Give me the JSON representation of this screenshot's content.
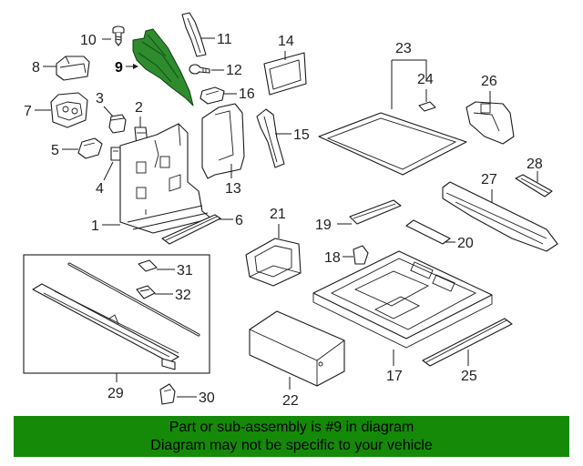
{
  "diagram": {
    "labels": {
      "p1": "1",
      "p2": "2",
      "p3": "3",
      "p4": "4",
      "p5": "5",
      "p6": "6",
      "p7": "7",
      "p8": "8",
      "p9": "9",
      "p10": "10",
      "p11": "11",
      "p12": "12",
      "p13": "13",
      "p14": "14",
      "p15": "15",
      "p16": "16",
      "p17": "17",
      "p18": "18",
      "p19": "19",
      "p20": "20",
      "p21": "21",
      "p22": "22",
      "p23": "23",
      "p24": "24",
      "p25": "25",
      "p26": "26",
      "p27": "27",
      "p28": "28",
      "p29": "29",
      "p30": "30",
      "p31": "31",
      "p32": "32"
    },
    "highlight_color": "#2e8b2e"
  },
  "banner": {
    "line1": "Part or sub-assembly is #9 in diagram",
    "line2": "Diagram may not be specific to your vehicle",
    "color": "#148a08"
  }
}
